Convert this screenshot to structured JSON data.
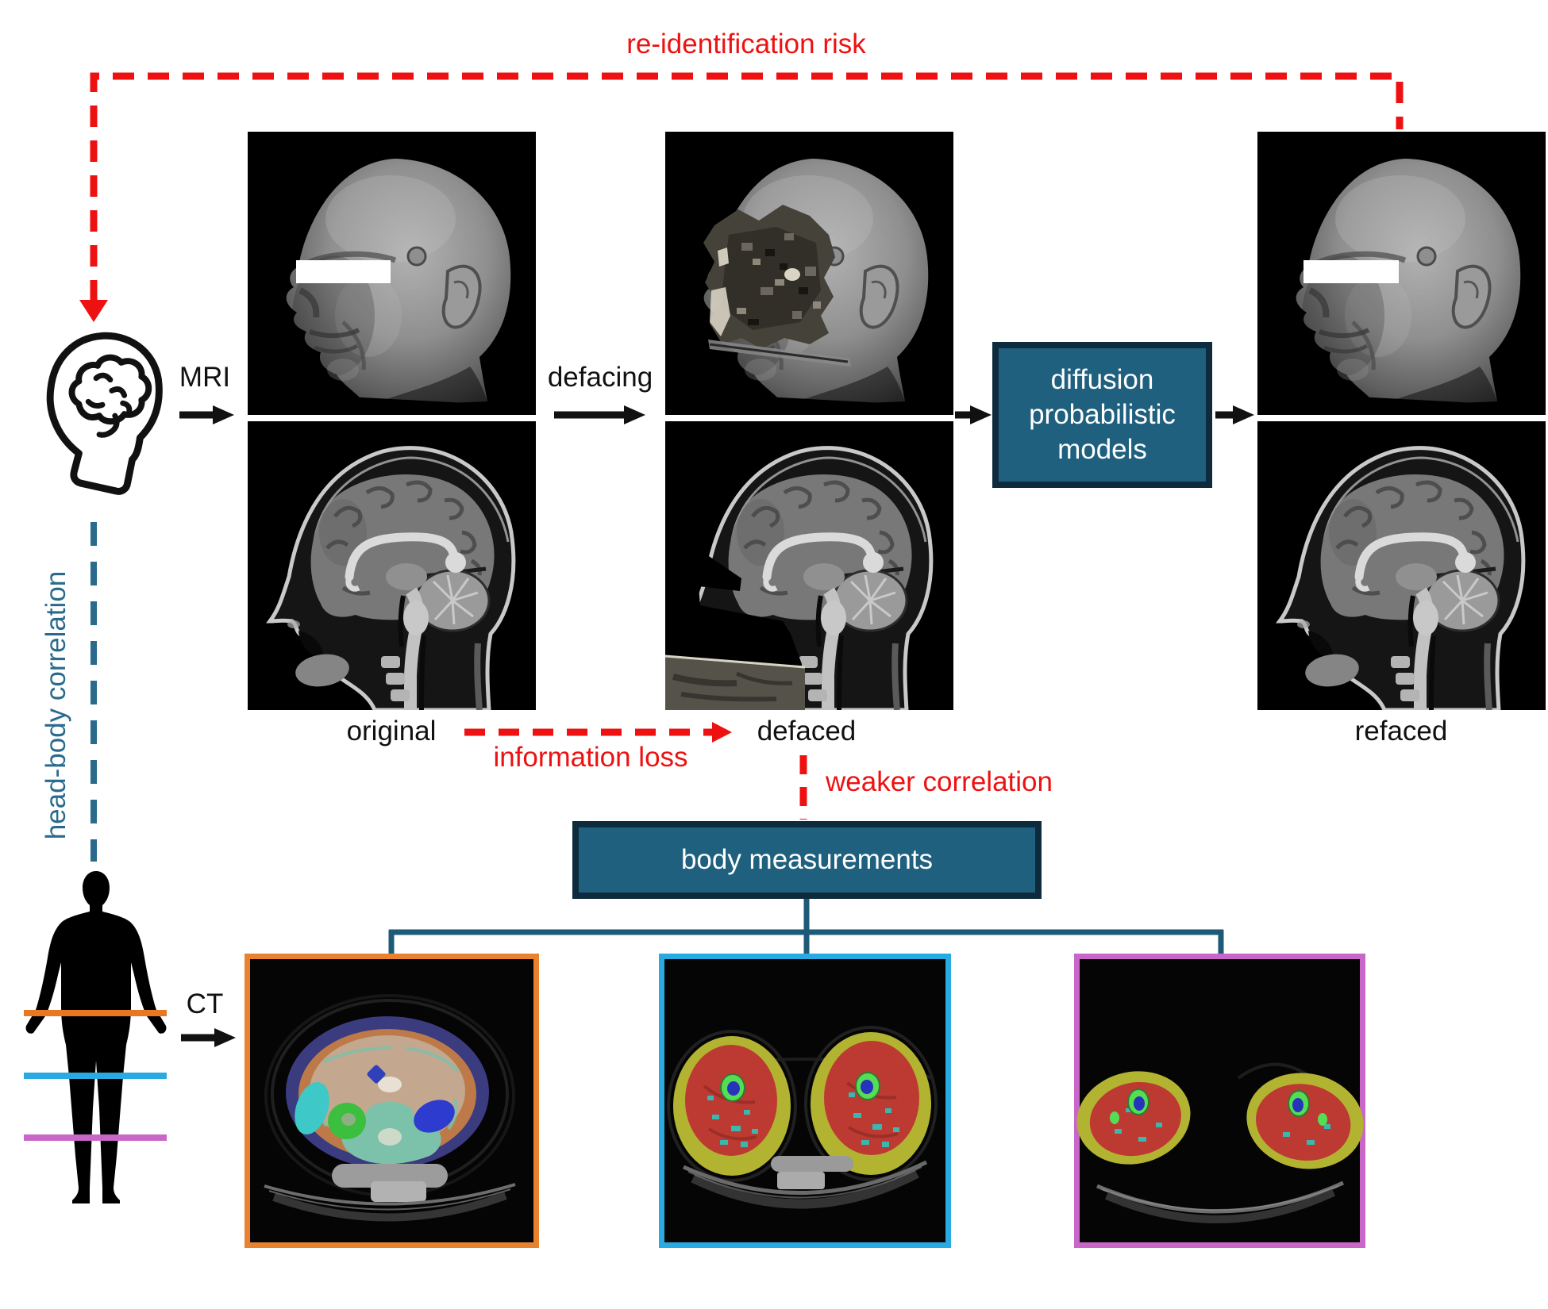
{
  "flow": {
    "reidentification_risk_label": "re-identification risk",
    "mri_label": "MRI",
    "defacing_label": "defacing",
    "information_loss_label": "information loss",
    "weaker_correlation_label": "weaker correlation",
    "head_body_correlation_label": "head-body correlation",
    "ct_label": "CT",
    "diffusion_box_label": "diffusion probabilistic models",
    "body_measurements_label": "body measurements"
  },
  "stages": [
    {
      "label": "original"
    },
    {
      "label": "defaced"
    },
    {
      "label": "refaced"
    }
  ],
  "colors": {
    "risk_red": "#ee1111",
    "box_fill": "#20607f",
    "box_border": "#0d2b3c",
    "connector_teal": "#1d5a78",
    "correlation_text_teal": "#2a6b8d",
    "waist_slice_orange": "#e8822e",
    "thigh_slice_blue": "#29abe2",
    "knee_slice_magenta": "#c967c9"
  },
  "icons": {
    "head_brain": "head-with-brain-icon",
    "body_silhouette": "body-silhouette-icon"
  },
  "panels": {
    "top_row": [
      "3D head render (original)",
      "3D head render (defaced)",
      "3D head render (refaced)"
    ],
    "bottom_row": [
      "sagittal MRI (original)",
      "sagittal MRI (defaced)",
      "sagittal MRI (refaced)"
    ],
    "ct_slices": [
      "abdominal CT segmentation",
      "thigh CT segmentation",
      "lower-thigh CT segmentation"
    ]
  }
}
